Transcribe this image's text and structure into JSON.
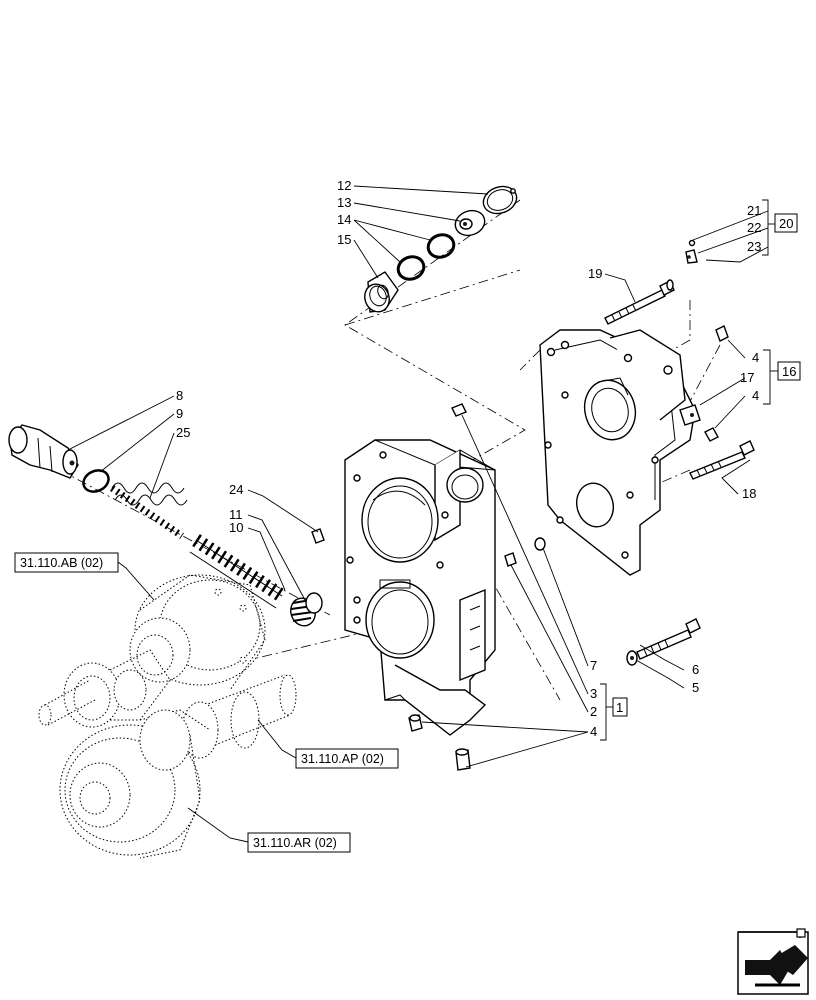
{
  "callouts": {
    "c1": "1",
    "c2": "2",
    "c3": "3",
    "c4a": "4",
    "c4b": "4",
    "c4c": "4",
    "c5": "5",
    "c6": "6",
    "c7": "7",
    "c8": "8",
    "c9": "9",
    "c10": "10",
    "c11": "11",
    "c12": "12",
    "c13": "13",
    "c14": "14",
    "c15": "15",
    "c16": "16",
    "c17": "17",
    "c18": "18",
    "c19": "19",
    "c20": "20",
    "c21": "21",
    "c22": "22",
    "c23": "23",
    "c24": "24",
    "c25": "25"
  },
  "references": {
    "ab": "31.110.AB (02)",
    "ap": "31.110.AP (02)",
    "ar": "31.110.AR (02)"
  },
  "icons": {
    "nav": "next-page-arrow-icon"
  }
}
